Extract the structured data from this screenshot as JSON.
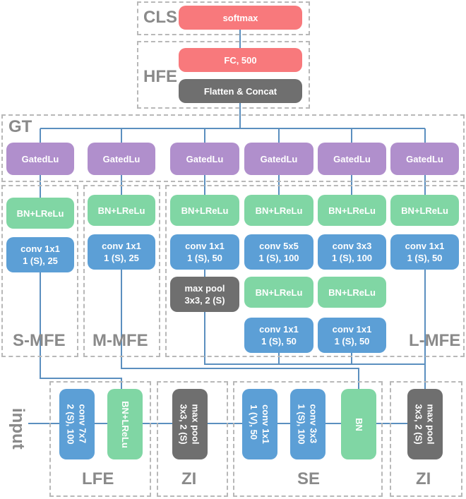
{
  "groups": {
    "cls": "CLS",
    "hfe": "HFE",
    "gt": "GT",
    "s_mfe": "S-MFE",
    "m_mfe": "M-MFE",
    "l_mfe": "L-MFE",
    "input": "input",
    "lfe": "LFE",
    "zi_1": "ZI",
    "se": "SE",
    "zi_2": "ZI"
  },
  "blocks": {
    "softmax": "softmax",
    "fc": "FC, 500",
    "flatten": "Flatten & Concat",
    "gatedlu": [
      "GatedLu",
      "GatedLu",
      "GatedLu",
      "GatedLu",
      "GatedLu",
      "GatedLu"
    ],
    "bn_lrelu": "BN+LReLu",
    "col1": {
      "conv_l1": "conv 1x1",
      "conv_l2": "1 (S), 25"
    },
    "col2": {
      "conv_l1": "conv 1x1",
      "conv_l2": "1 (S), 25"
    },
    "col3": {
      "conv_l1": "conv 1x1",
      "conv_l2": "1 (S), 50",
      "pool_l1": "max pool",
      "pool_l2": "3x3, 2 (S)"
    },
    "col4": {
      "conv_a_l1": "conv 5x5",
      "conv_a_l2": "1 (S), 100",
      "conv_b_l1": "conv 1x1",
      "conv_b_l2": "1 (S), 50"
    },
    "col5": {
      "conv_a_l1": "conv 3x3",
      "conv_a_l2": "1 (S), 100",
      "conv_b_l1": "conv 1x1",
      "conv_b_l2": "1 (S), 50"
    },
    "col6": {
      "conv_l1": "conv 1x1",
      "conv_l2": "1 (S), 50"
    },
    "lfe_conv": {
      "l1": "conv 7x7",
      "l2": "2 (S), 100"
    },
    "lfe_bn": "BN+LReLu",
    "zi1_pool": {
      "l1": "max pool",
      "l2": "3x3, 2 (S)"
    },
    "se_conv1": {
      "l1": "conv 1x1",
      "l2": "1 (V), 50"
    },
    "se_conv2": {
      "l1": "conv 3x3",
      "l2": "1 (S), 100"
    },
    "se_bn": "BN",
    "zi2_pool": {
      "l1": "max pool",
      "l2": "3x3, 2 (S)"
    }
  },
  "colors": {
    "classifier": "#f8797c",
    "flatten": "#6f6f6f",
    "gate": "#b08fcc",
    "norm": "#80d6a4",
    "conv": "#5c9fd6",
    "pool": "#6f6f6f",
    "line": "#5b8fbf",
    "group_border": "#b8b8b8",
    "group_label": "#8a8a8a"
  }
}
